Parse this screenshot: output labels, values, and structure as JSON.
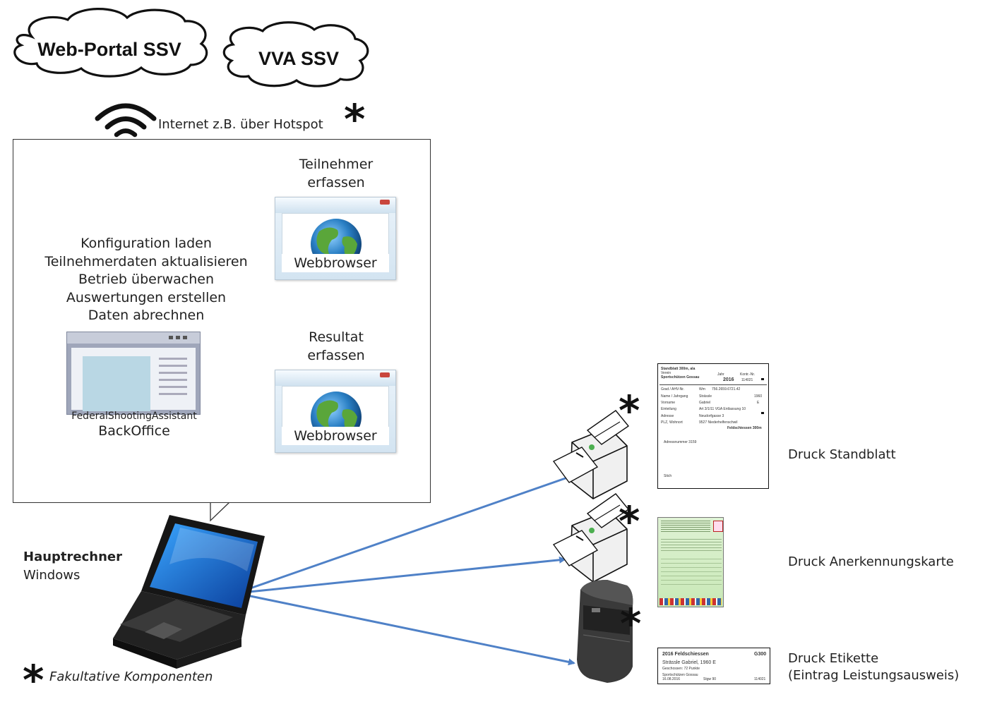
{
  "clouds": {
    "web_portal": "Web-Portal SSV",
    "vva": "VVA SSV"
  },
  "internet_label": "Internet z.B. über Hotspot",
  "tasks": [
    "Konfiguration laden",
    "Teilnehmerdaten aktualisieren",
    "Betrieb überwachen",
    "Auswertungen erstellen",
    "Daten abrechnen"
  ],
  "browser_top": {
    "title_line1": "Teilnehmer",
    "title_line2": "erfassen",
    "label": "Webbrowser"
  },
  "browser_bottom": {
    "title_line1": "Resultat",
    "title_line2": "erfassen",
    "label": "Webbrowser"
  },
  "backoffice": {
    "line1": "FederalShootingAssistant",
    "line2": "BackOffice"
  },
  "computer": {
    "name": "Hauptrechner",
    "os": "Windows"
  },
  "outputs": {
    "standblatt": "Druck Standblatt",
    "anerkennungskarte": "Druck Anerkennungskarte",
    "etikette_line1": "Druck Etikette",
    "etikette_line2": "(Eintrag Leistungsausweis)"
  },
  "optional_marker": "*",
  "legend": "Fakultative Komponenten",
  "standblatt_doc": {
    "title": "Standblatt 300m, ala",
    "verein_label": "Verein",
    "verein": "Sportschützen Gossau",
    "jahr_label": "Jahr",
    "jahr": "2016",
    "kontr_label": "Kontr.-Nr.",
    "kontr": "114021",
    "rows": [
      [
        "Grad / AHV-Nr.",
        "Wm",
        "756.2659.6721.42"
      ],
      [
        "Name / Jahrgang",
        "Strässle",
        "1960"
      ],
      [
        "Vorname",
        "Gabriel",
        "E"
      ],
      [
        "Einteilung",
        "Art 3/1/11 VGA Entlassung 10",
        ""
      ],
      [
        "Adresse",
        "Neudorfgasse 3",
        ""
      ],
      [
        "PLZ, Wohnort",
        "9527 Niederhelfenschwil",
        ""
      ]
    ],
    "footer": "Feldschiessen 300m",
    "code1": "Adressnummer   3159",
    "code2": "Stich"
  },
  "label_doc": {
    "title": "2016  Feldschiessen",
    "code": "G300",
    "name": "Strässle Gabriel, 1960 E",
    "result": "Geschossen: 72 Punkte",
    "club": "Sportschützen Gossau",
    "date": "16.08.2016",
    "stgw": "Stgw 90",
    "nr": "114021"
  },
  "colors": {
    "arrow": "#4f81c7",
    "bubble_border": "#333333"
  }
}
